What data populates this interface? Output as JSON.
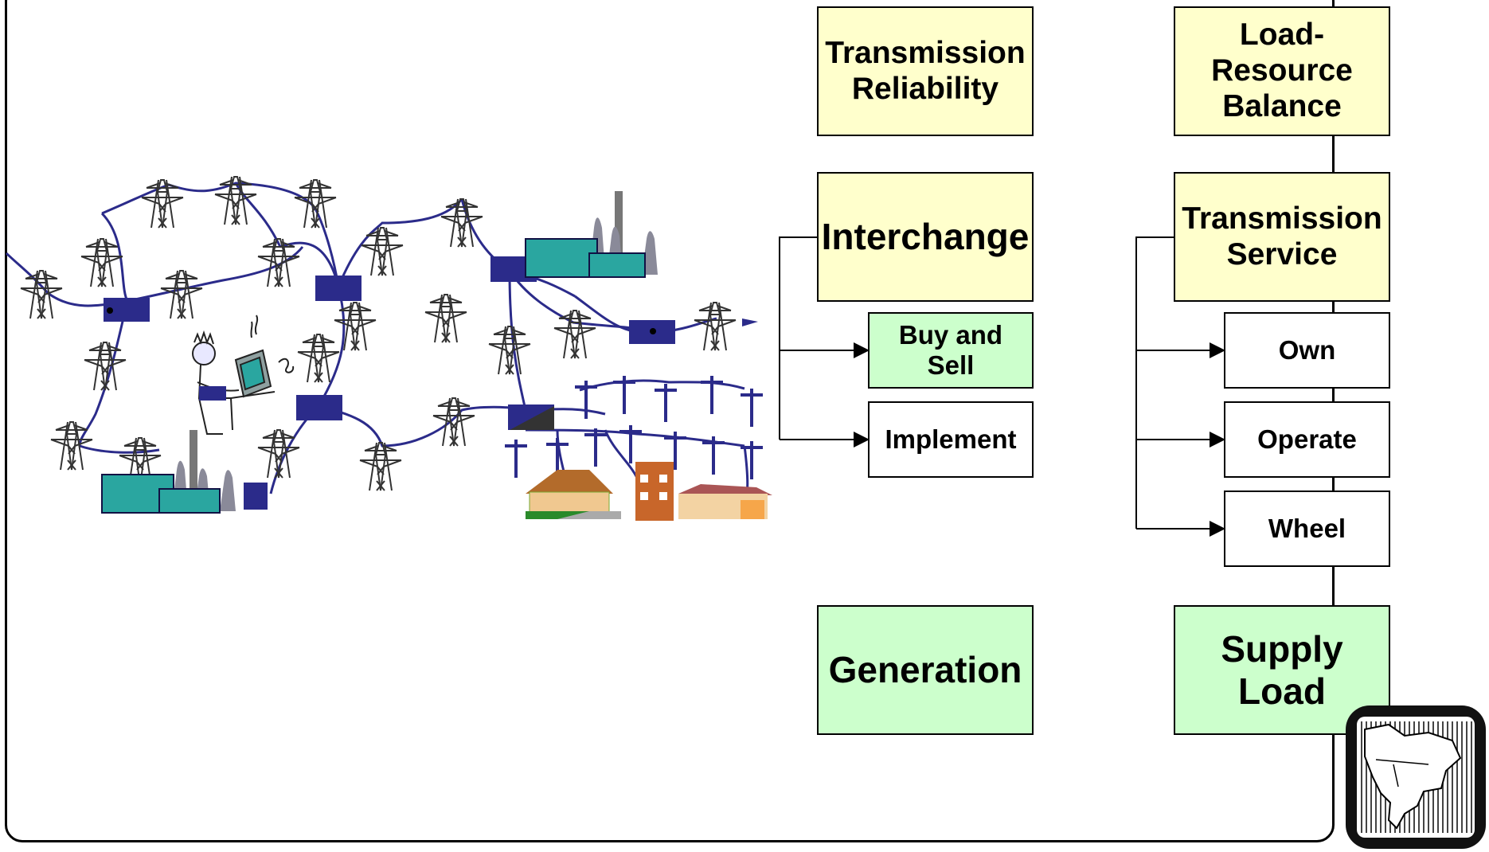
{
  "boxes": {
    "transmission_reliability": "Transmission\nReliability",
    "load_resource_balance": "Load-\nResource\nBalance",
    "interchange": "Interchange",
    "transmission_service": "Transmission\nService",
    "buy_and_sell": "Buy and\nSell",
    "implement": "Implement",
    "own": "Own",
    "operate": "Operate",
    "wheel": "Wheel",
    "generation": "Generation",
    "supply_load": "Supply\nLoad"
  },
  "colors": {
    "yellow_box": "#ffffcc",
    "green_box": "#ccffcc",
    "grid_line": "#2b2b8a",
    "substation": "#2b2b8a",
    "plant": "#2aa6a0"
  },
  "illustration": {
    "description_icons": [
      "transmission-tower-icon",
      "substation-icon",
      "power-plant-icon",
      "operator-at-computer-icon",
      "house-icon",
      "distribution-pole-icon"
    ]
  }
}
